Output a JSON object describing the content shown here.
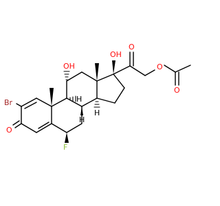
{
  "colors": {
    "background": "#ffffff",
    "bond": "#000000",
    "oxygen": "#ff0d0d",
    "bromine": "#a62929",
    "fluorine": "#8fbf3f",
    "hydrogen": "#000000"
  },
  "labels": {
    "bromine": "Br",
    "ketone_oxygen_3": "O",
    "fluorine_6": "F",
    "hydroxyl_11": "OH",
    "hydroxyl_17": "OH",
    "ketone_oxygen_20": "O",
    "ester_oxygen": "O",
    "acetyl_carbonyl_oxygen": "O",
    "hydrogen_8": "H",
    "hydrogen_9": "H",
    "hydrogen_14": "H"
  }
}
